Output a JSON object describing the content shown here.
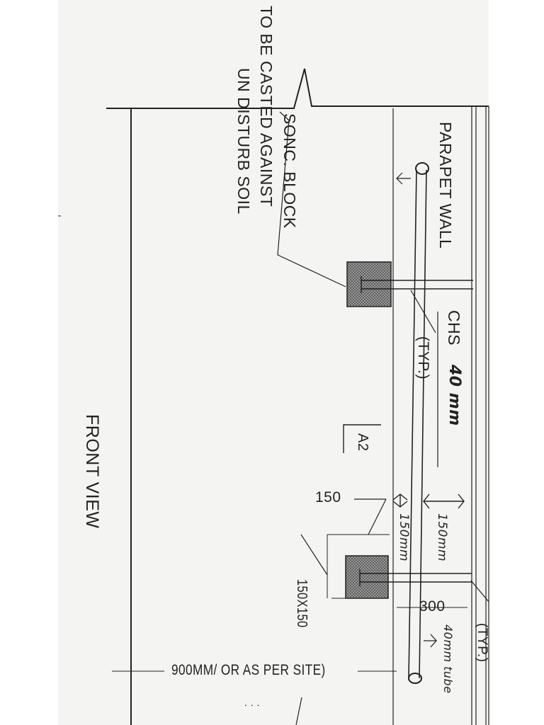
{
  "labels": {
    "note_line1": "TO BE CASTED AGAINST",
    "note_line2": "UN DISTURB SOIL",
    "conc_block": "SONC. BLOCK",
    "parapet_wall": "PARAPET WALL",
    "chs": "CHS",
    "chs_size_hand": "40 mm",
    "typ": "(TYP.)",
    "typ_bottom": "(TYP.)",
    "section_marker": "A2",
    "dim_150": "150",
    "dim_150x150": "150X150",
    "dim_300": "300",
    "dim_900": "900MM/ OR AS PER SITE)",
    "hand_150mm_a": "150mm",
    "hand_150mm_b": "150mm",
    "hand_tube": "40mm tube",
    "front_view": "FRONT VIEW",
    "dots": ". . ."
  },
  "colors": {
    "ink": "#222222",
    "paper": "#f4f4f2",
    "hatch": "#555555"
  }
}
